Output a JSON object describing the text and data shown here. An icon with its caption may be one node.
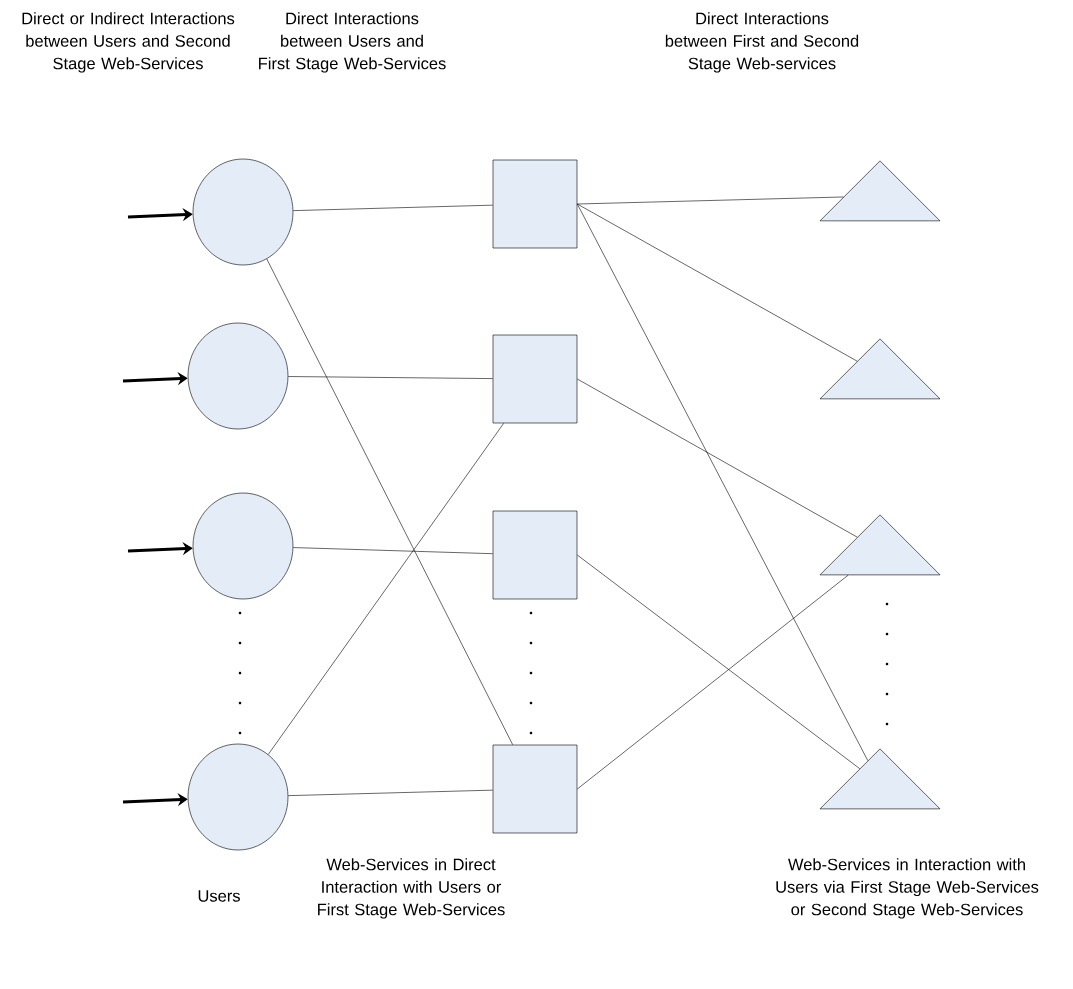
{
  "diagram": {
    "nodes": [
      {
        "text": [],
        "shape": "circle"
      },
      {
        "text": [],
        "shape": "circle"
      },
      {
        "text": [],
        "shape": "circle"
      },
      {
        "text": [],
        "shape": "circle"
      },
      {
        "text": [],
        "shape": "box"
      },
      {
        "text": [],
        "shape": "box"
      },
      {
        "text": [],
        "shape": "box"
      },
      {
        "text": [],
        "shape": "box"
      },
      {
        "text": [],
        "shape": "triangle"
      },
      {
        "text": [],
        "shape": "triangle"
      },
      {
        "text": [],
        "shape": "triangle"
      },
      {
        "text": [],
        "shape": "triangle"
      }
    ],
    "edges": [
      {
        "from": null,
        "to": 0,
        "arrow": "to",
        "style": "thick"
      },
      {
        "from": null,
        "to": 1,
        "arrow": "to",
        "style": "thick"
      },
      {
        "from": null,
        "to": 2,
        "arrow": "to",
        "style": "thick"
      },
      {
        "from": null,
        "to": 3,
        "arrow": "to",
        "style": "thick"
      },
      {
        "from": 0,
        "to": 4,
        "arrow": "none"
      },
      {
        "from": 0,
        "to": 7,
        "arrow": "none"
      },
      {
        "from": 1,
        "to": 5,
        "arrow": "none"
      },
      {
        "from": 2,
        "to": 6,
        "arrow": "none"
      },
      {
        "from": 3,
        "to": 5,
        "arrow": "none"
      },
      {
        "from": 3,
        "to": 7,
        "arrow": "none"
      },
      {
        "from": 4,
        "to": 8,
        "arrow": "none"
      },
      {
        "from": 4,
        "to": 9,
        "arrow": "none"
      },
      {
        "from": 4,
        "to": 11,
        "arrow": "none"
      },
      {
        "from": 5,
        "to": 10,
        "arrow": "none"
      },
      {
        "from": 6,
        "to": 11,
        "arrow": "none"
      },
      {
        "from": 7,
        "to": 10,
        "arrow": "none"
      }
    ],
    "labels": [
      "Direct or Indirect Interactions between Users and Second Stage Web-Services",
      "Direct Interactions between Users and First Stage Web-Services",
      "Direct Interactions between First and Second Stage Web-services",
      "Users",
      "Web-Services in Direct Interaction with Users or First Stage Web-Services",
      "Web-Services in Interaction with Users via First Stage Web-Services or Second  Stage Web-Services"
    ]
  }
}
